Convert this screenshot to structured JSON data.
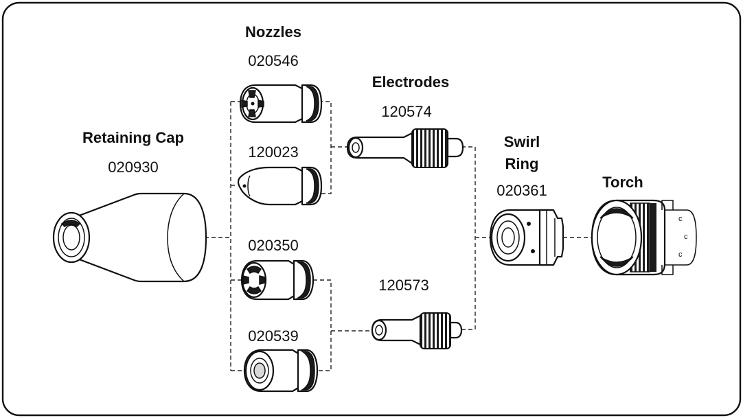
{
  "retaining_cap": {
    "title": "Retaining Cap",
    "part": "020930"
  },
  "nozzles": {
    "title": "Nozzles",
    "parts": [
      "020546",
      "120023",
      "020350",
      "020539"
    ]
  },
  "electrodes": {
    "title": "Electrodes",
    "parts": [
      "120574",
      "120573"
    ]
  },
  "swirl_ring": {
    "title_line1": "Swirl",
    "title_line2": "Ring",
    "part": "020361"
  },
  "torch": {
    "title": "Torch"
  }
}
